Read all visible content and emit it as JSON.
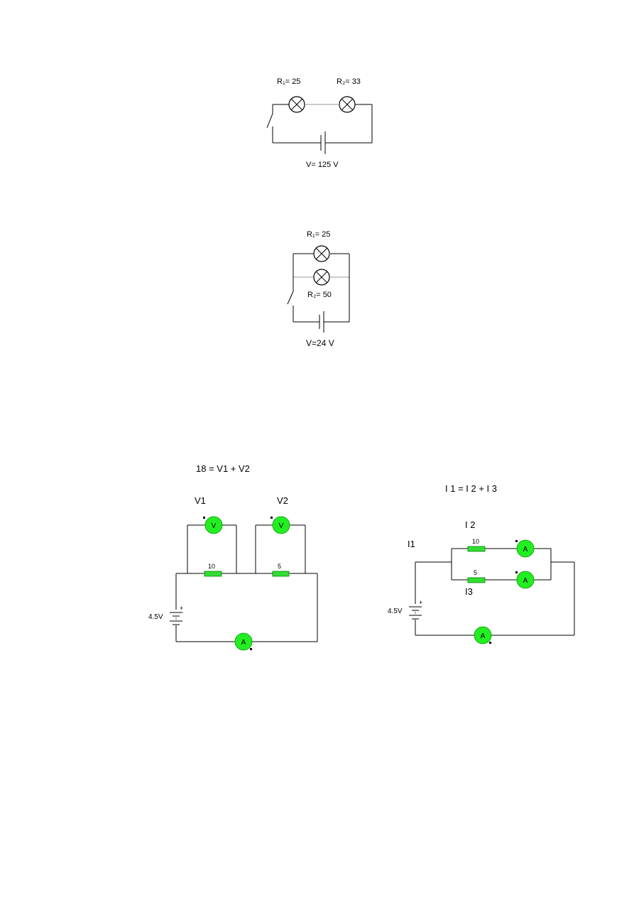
{
  "circuit_series": {
    "r1_label": "R₁= 25",
    "r2_label": "R₂= 33",
    "voltage_label": "V= 125 V"
  },
  "circuit_parallel": {
    "r1_label": "R₁= 25",
    "r2_label": "R₂= 50",
    "voltage_label": "V=24 V"
  },
  "voltage_circuit": {
    "equation": "18 = V1 + V2",
    "v1_label": "V1",
    "v2_label": "V2",
    "r1_value": "10",
    "r2_value": "5",
    "battery_label": "4.5V",
    "battery_sign": "+",
    "voltmeter_symbol": "V",
    "ammeter_symbol": "A"
  },
  "current_circuit": {
    "equation": "I 1 = I 2 + I 3",
    "i1_label": "I1",
    "i2_label": "I 2",
    "i3_label": "I3",
    "r1_value": "10",
    "r2_value": "5",
    "battery_label": "4.5V",
    "battery_sign": "+",
    "ammeter_symbol": "A"
  },
  "colors": {
    "meter_fill": "#22ee22",
    "resistor_fill": "#33dd33"
  }
}
